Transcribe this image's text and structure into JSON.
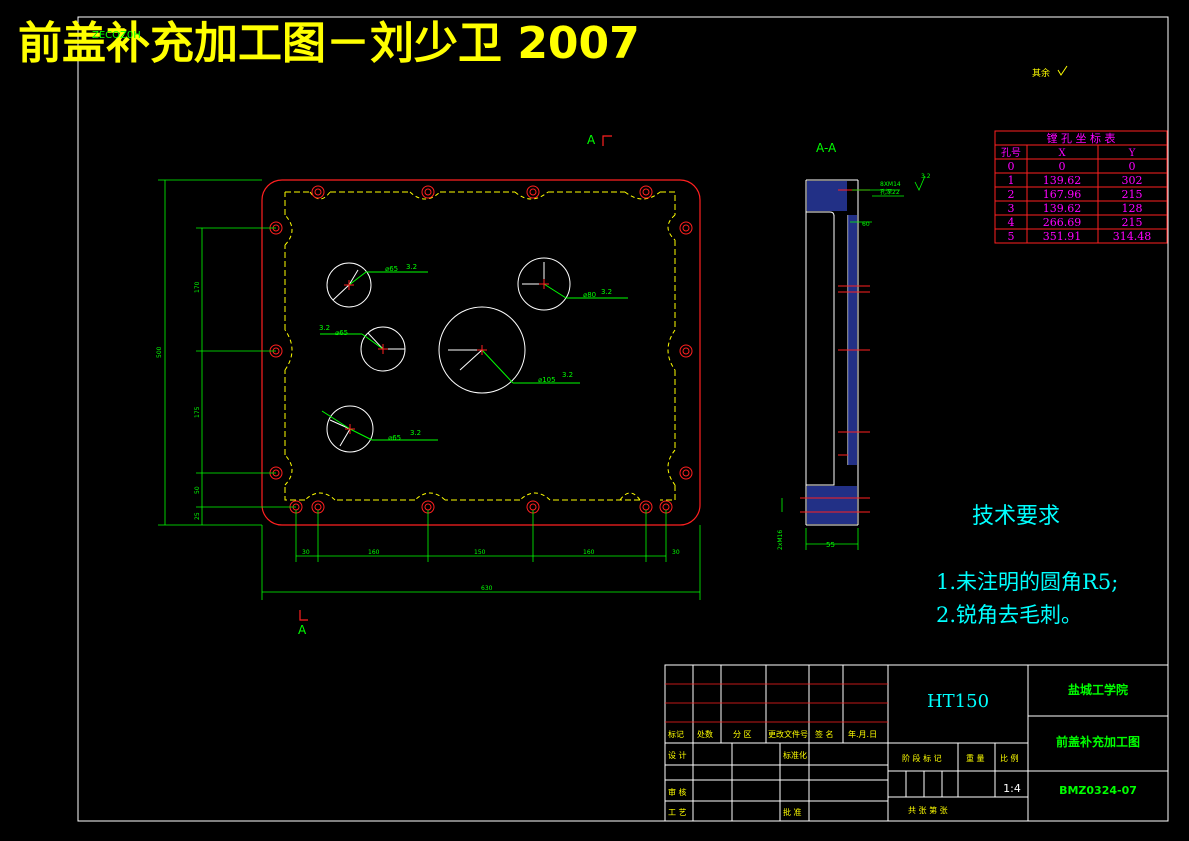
{
  "title": "前盖补充加工图－刘少卫 2007",
  "stamp": "ZECOZ0H",
  "rough_mark": "其余",
  "section": {
    "marker": "A",
    "view_label": "A-A"
  },
  "dims": {
    "width": "630",
    "height": "500",
    "d30_left": "30",
    "d160_a": "160",
    "d150": "150",
    "d160_b": "160",
    "d30_right": "30",
    "v170": "170",
    "v175": "175",
    "v50": "50",
    "v25": "25",
    "side55": "55",
    "side_thread": "2xM16",
    "side_60": "60",
    "side_m14": "8XM14",
    "side_deep": "孔深22"
  },
  "holes": {
    "d65_a": "⌀65",
    "d80": "⌀80",
    "d65_b": "⌀65",
    "d105": "⌀105",
    "d65_c": "⌀65",
    "rough": "3.2"
  },
  "coord_table": {
    "title": "镗 孔 坐 标 表",
    "headers": [
      "孔号",
      "X",
      "Y"
    ],
    "rows": [
      [
        "0",
        "0",
        "0"
      ],
      [
        "1",
        "139.62",
        "302"
      ],
      [
        "2",
        "167.96",
        "215"
      ],
      [
        "3",
        "139.62",
        "128"
      ],
      [
        "4",
        "266.69",
        "215"
      ],
      [
        "5",
        "351.91",
        "314.48"
      ]
    ]
  },
  "tech": {
    "heading": "技术要求",
    "line1": "1.未注明的圆角R5;",
    "line2": "2.锐角去毛刺。"
  },
  "titleblock": {
    "material": "HT150",
    "school": "盐城工学院",
    "drawing_name": "前盖补充加工图",
    "drawing_no": "BMZ0324-07",
    "scale": "1:4",
    "h_mark": "标记",
    "h_count": "处数",
    "h_zone": "分 区",
    "h_docno": "更改文件号",
    "h_sign": "签 名",
    "h_date": "年.月.日",
    "design": "设 计",
    "std": "标准化",
    "review": "审 核",
    "process": "工 艺",
    "approve": "批 准",
    "stage": "阶 段 标 记",
    "weight": "重 量",
    "ratio": "比 例",
    "sheets": "共  张    第  张"
  }
}
